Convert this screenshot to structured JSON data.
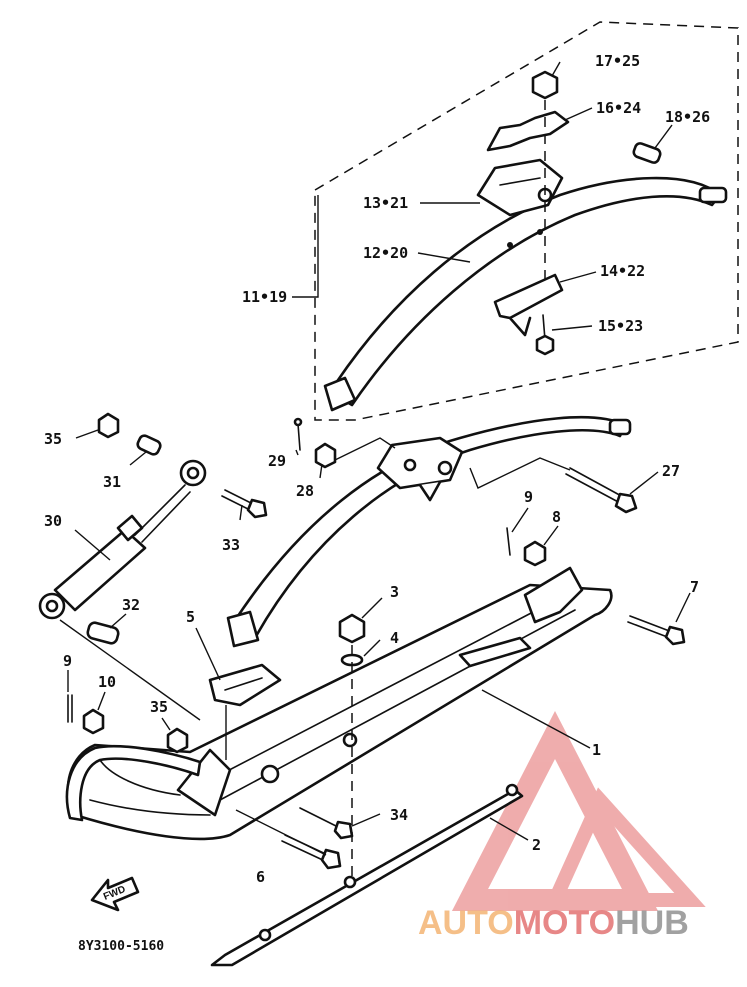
{
  "labels": {
    "l1": "1",
    "l2": "2",
    "l3": "3",
    "l4": "4",
    "l5": "5",
    "l6": "6",
    "l7": "7",
    "l8": "8",
    "l9a": "9",
    "l9b": "9",
    "l10": "10",
    "l11": "11•19",
    "l12": "12•20",
    "l13": "13•21",
    "l14": "14•22",
    "l15": "15•23",
    "l16": "16•24",
    "l17": "17•25",
    "l18": "18•26",
    "l27": "27",
    "l28": "28",
    "l29": "29",
    "l30": "30",
    "l31": "31",
    "l32": "32",
    "l33": "33",
    "l34": "34",
    "l35a": "35",
    "l35b": "35"
  },
  "fwd_label": "FWD",
  "diagram_code": "8Y3100-5160",
  "watermark": {
    "part1": "AUTO",
    "part2": "MOTO",
    "part3": "HUB"
  },
  "colors": {
    "line": "#111111",
    "watermark_red": "#e26a6a",
    "watermark_orange": "#f3b06b",
    "watermark_gray": "#8a8a8a"
  }
}
